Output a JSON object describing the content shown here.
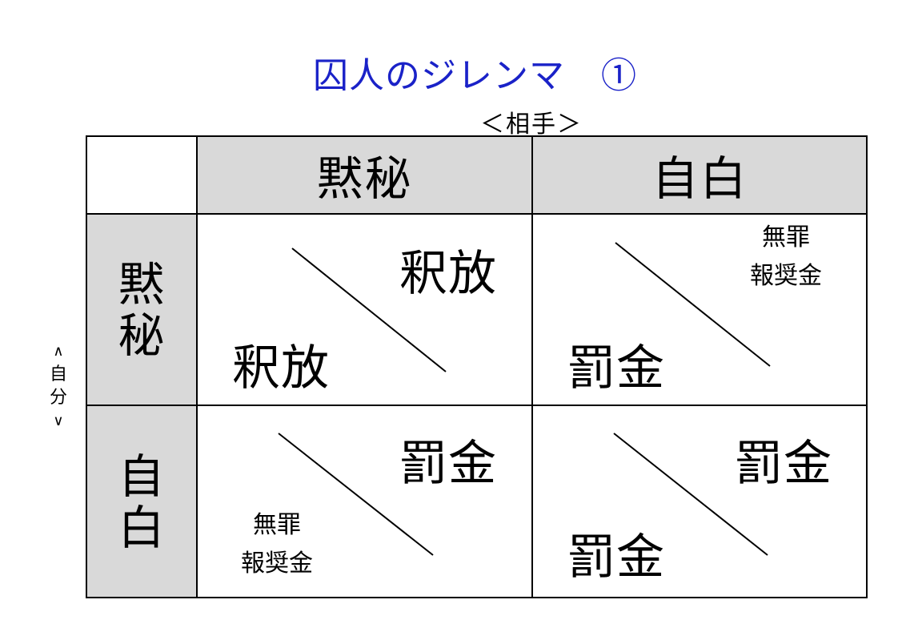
{
  "title": "囚人のジレンマ　①",
  "opponent_label": "＜相手＞",
  "self_label": {
    "open": "∧",
    "line1": "自",
    "line2": "分",
    "close": "∨"
  },
  "columns": [
    {
      "label": "黙秘"
    },
    {
      "label": "自白"
    }
  ],
  "rows": [
    {
      "char1": "黙",
      "char2": "秘"
    },
    {
      "char1": "自",
      "char2": "白"
    }
  ],
  "outcomes": {
    "silent_silent": {
      "opponent": "釈放",
      "self": "釈放"
    },
    "silent_confess": {
      "opponent_line1": "無罪",
      "opponent_line2": "報奨金",
      "self": "罰金"
    },
    "confess_silent": {
      "opponent": "罰金",
      "self_line1": "無罪",
      "self_line2": "報奨金"
    },
    "confess_confess": {
      "opponent": "罰金",
      "self": "罰金"
    }
  },
  "colors": {
    "title": "#1a22c8",
    "header_bg": "#d9d9d9",
    "border": "#000000"
  }
}
